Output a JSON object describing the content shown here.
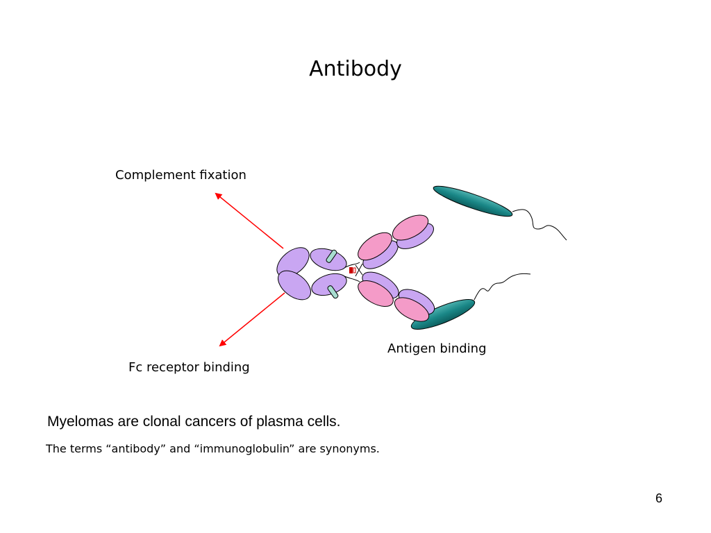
{
  "slide": {
    "title": "Antibody",
    "page_number": "6"
  },
  "diagram": {
    "labels": {
      "complement_fixation": "Complement fixation",
      "fc_receptor_binding": "Fc receptor binding",
      "antigen_binding": "Antigen binding"
    },
    "colors": {
      "heavy_chain": "#c9a6f2",
      "light_chain": "#f49bc8",
      "antigen": "#1e8a8a",
      "arrow": "#ff0000",
      "carbohydrate": "#a8ddd0",
      "disulfide": "#cc0000"
    }
  },
  "text": {
    "line1": "Myelomas are clonal cancers of plasma cells.",
    "line2": "The terms “antibody” and “immunoglobulin” are synonyms."
  }
}
